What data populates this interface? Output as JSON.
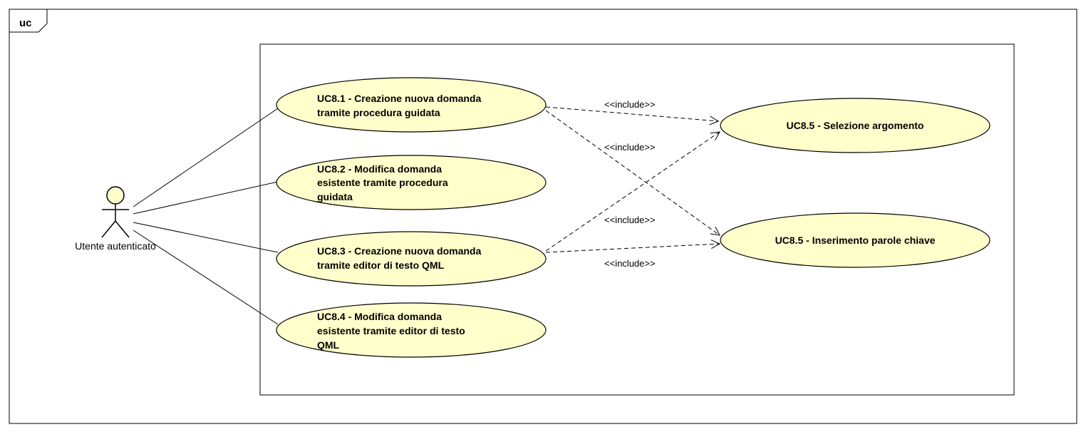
{
  "frame": {
    "label": "uc"
  },
  "actor": {
    "name": "Utente autenticato"
  },
  "use_cases": [
    {
      "id": "uc81",
      "lines": [
        "UC8.1 - Creazione nuova domanda",
        "tramite procedura guidata"
      ]
    },
    {
      "id": "uc82",
      "lines": [
        "UC8.2 - Modifica domanda",
        "esistente tramite procedura",
        "guidata"
      ]
    },
    {
      "id": "uc83",
      "lines": [
        "UC8.3 - Creazione nuova domanda",
        "tramite editor di testo QML"
      ]
    },
    {
      "id": "uc84",
      "lines": [
        "UC8.4 - Modifica domanda",
        "esistente tramite editor di testo",
        "QML"
      ]
    },
    {
      "id": "uc85a",
      "lines": [
        "UC8.5 - Selezione argomento"
      ]
    },
    {
      "id": "uc85b",
      "lines": [
        "UC8.5 - Inserimento parole chiave"
      ]
    }
  ],
  "include_label": "<<include>>",
  "colors": {
    "use_case_fill": "#ffffcc",
    "actor_fill": "#ffffcc",
    "stroke": "#000000"
  }
}
